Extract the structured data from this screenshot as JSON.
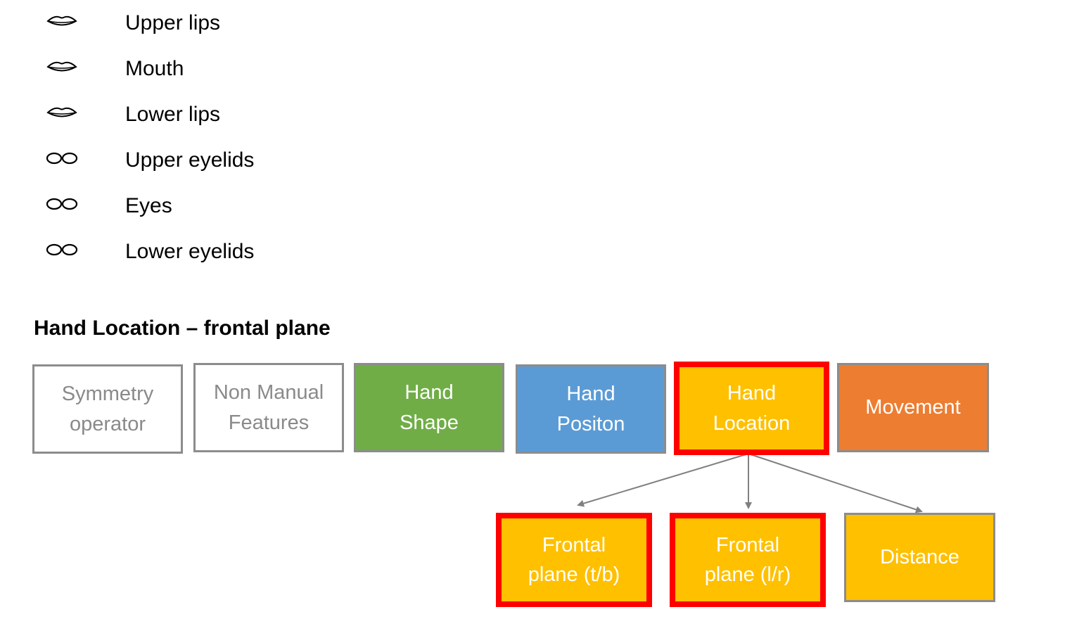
{
  "legend": [
    {
      "icon": "lips-icon",
      "label": "Upper lips"
    },
    {
      "icon": "lips-icon",
      "label": "Mouth"
    },
    {
      "icon": "lips-icon",
      "label": "Lower lips"
    },
    {
      "icon": "eyes-icon",
      "label": "Upper eyelids"
    },
    {
      "icon": "eyes-icon",
      "label": "Eyes"
    },
    {
      "icon": "eyes-icon",
      "label": "Lower eyelids"
    }
  ],
  "section_title": "Hand Location – frontal plane",
  "top_boxes": [
    {
      "label": "Symmetry\noperator",
      "color": "#ffffff",
      "highlighted": false
    },
    {
      "label": "Non Manual\nFeatures",
      "color": "#ffffff",
      "highlighted": false
    },
    {
      "label": "Hand\nShape",
      "color": "#70ad47",
      "highlighted": false
    },
    {
      "label": "Hand\nPositon",
      "color": "#5b9bd5",
      "highlighted": false
    },
    {
      "label": "Hand\nLocation",
      "color": "#ffc000",
      "highlighted": true
    },
    {
      "label": "Movement",
      "color": "#ed7d31",
      "highlighted": false
    }
  ],
  "sub_boxes": [
    {
      "label": "Frontal\nplane (t/b)",
      "color": "#ffc000",
      "highlighted": true
    },
    {
      "label": "Frontal\nplane (l/r)",
      "color": "#ffc000",
      "highlighted": true
    },
    {
      "label": "Distance",
      "color": "#ffc000",
      "highlighted": false
    }
  ],
  "colors": {
    "highlight_border": "#ff0000",
    "arrow": "#808080",
    "plain_text": "#8a8a8a"
  }
}
